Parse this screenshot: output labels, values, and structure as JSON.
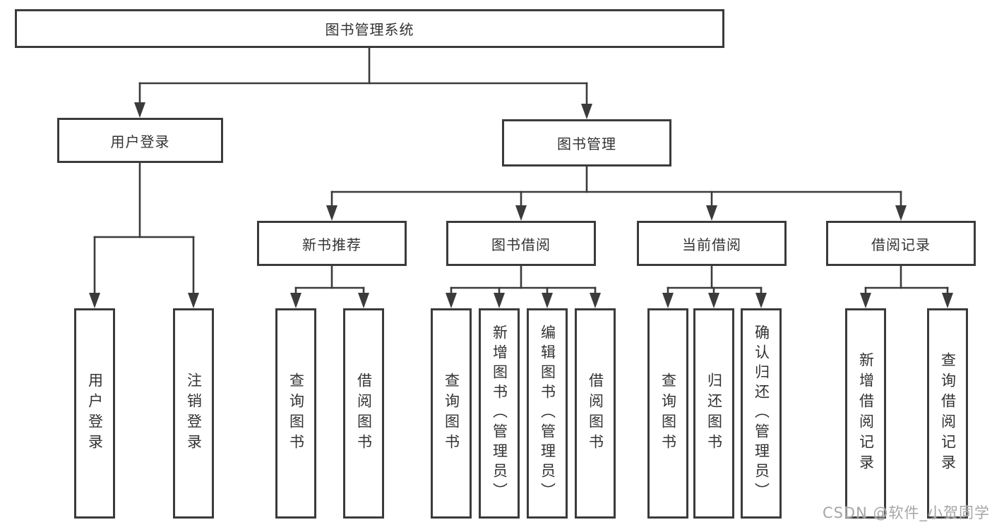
{
  "diagram": {
    "title": "图书管理系统",
    "root": "图书管理系统",
    "level2": {
      "user_login": "用户登录",
      "book_management": "图书管理"
    },
    "level3": {
      "new_book_recommend": "新书推荐",
      "book_borrowing": "图书借阅",
      "current_borrowing": "当前借阅",
      "borrow_records": "借阅记录"
    },
    "leaves": {
      "login": [
        "用户登录",
        "注销登录"
      ],
      "new_book_recommend": [
        "查询图书",
        "借阅图书"
      ],
      "book_borrowing": [
        "查询图书",
        "新增图书（管理员）",
        "编辑图书（管理员）",
        "借阅图书"
      ],
      "current_borrowing": [
        "查询图书",
        "归还图书",
        "确认归还（管理员）"
      ],
      "borrow_records": [
        "新增借阅记录",
        "查询借阅记录"
      ]
    }
  },
  "watermark": "CSDN @软件_小贺同学",
  "colors": {
    "line": "#3b3b3b",
    "text": "#333333",
    "box_background": "#ffffff",
    "watermark": "#a6a6a6",
    "background": "#ffffff"
  }
}
